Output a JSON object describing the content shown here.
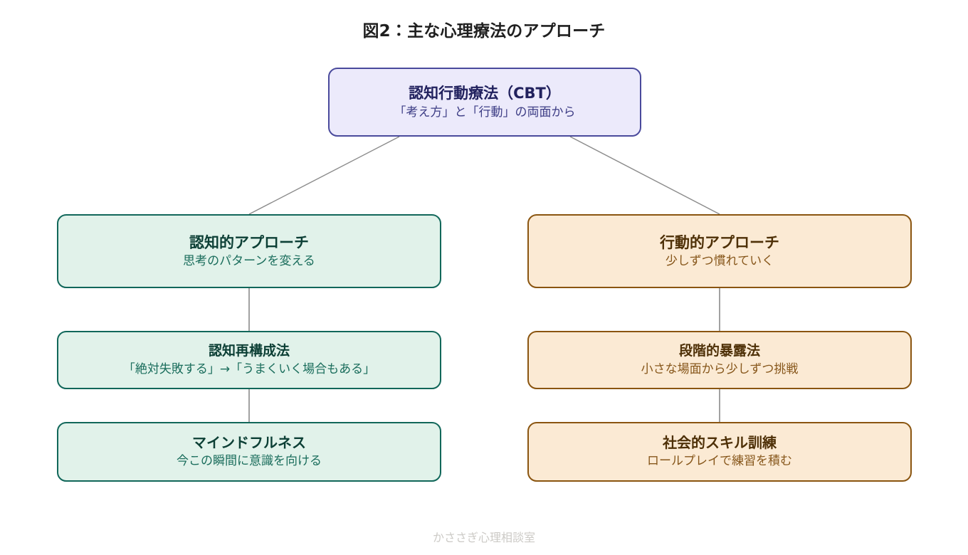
{
  "diagram": {
    "title": "図2：主な心理療法のアプローチ",
    "footer": "かささぎ心理相談室",
    "colors": {
      "background": "#ffffff",
      "root_fill": "#eceafb",
      "root_border": "#4a4a9c",
      "green_fill": "#e1f2ea",
      "green_border": "#11675a",
      "orange_fill": "#fbead4",
      "orange_border": "#8a5510",
      "connector": "#8b8b8b",
      "title_text": "#1f1f1f",
      "footer_text": "#cccac6"
    },
    "root": {
      "title": "認知行動療法（CBT）",
      "subtitle": "「考え方」と「行動」の両面から"
    },
    "branches": [
      {
        "id": "cognitive",
        "head": {
          "title": "認知的アプローチ",
          "subtitle": "思考のパターンを変える"
        },
        "children": [
          {
            "title": "認知再構成法",
            "subtitle": "「絶対失敗する」→「うまくいく場合もある」"
          },
          {
            "title": "マインドフルネス",
            "subtitle": "今この瞬間に意識を向ける"
          }
        ]
      },
      {
        "id": "behavioral",
        "head": {
          "title": "行動的アプローチ",
          "subtitle": "少しずつ慣れていく"
        },
        "children": [
          {
            "title": "段階的暴露法",
            "subtitle": "小さな場面から少しずつ挑戦"
          },
          {
            "title": "社会的スキル訓練",
            "subtitle": "ロールプレイで練習を積む"
          }
        ]
      }
    ]
  }
}
